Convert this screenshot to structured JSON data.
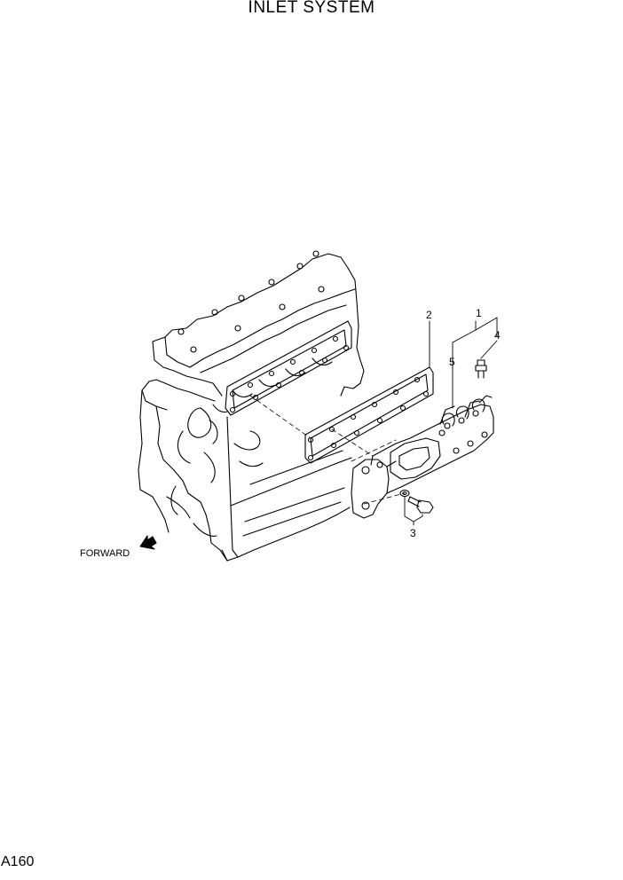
{
  "title": "INLET SYSTEM",
  "page_code": "A160",
  "direction_label": "FORWARD",
  "callouts": {
    "c1": "1",
    "c2": "2",
    "c3": "3",
    "c4": "4",
    "c5": "5"
  }
}
